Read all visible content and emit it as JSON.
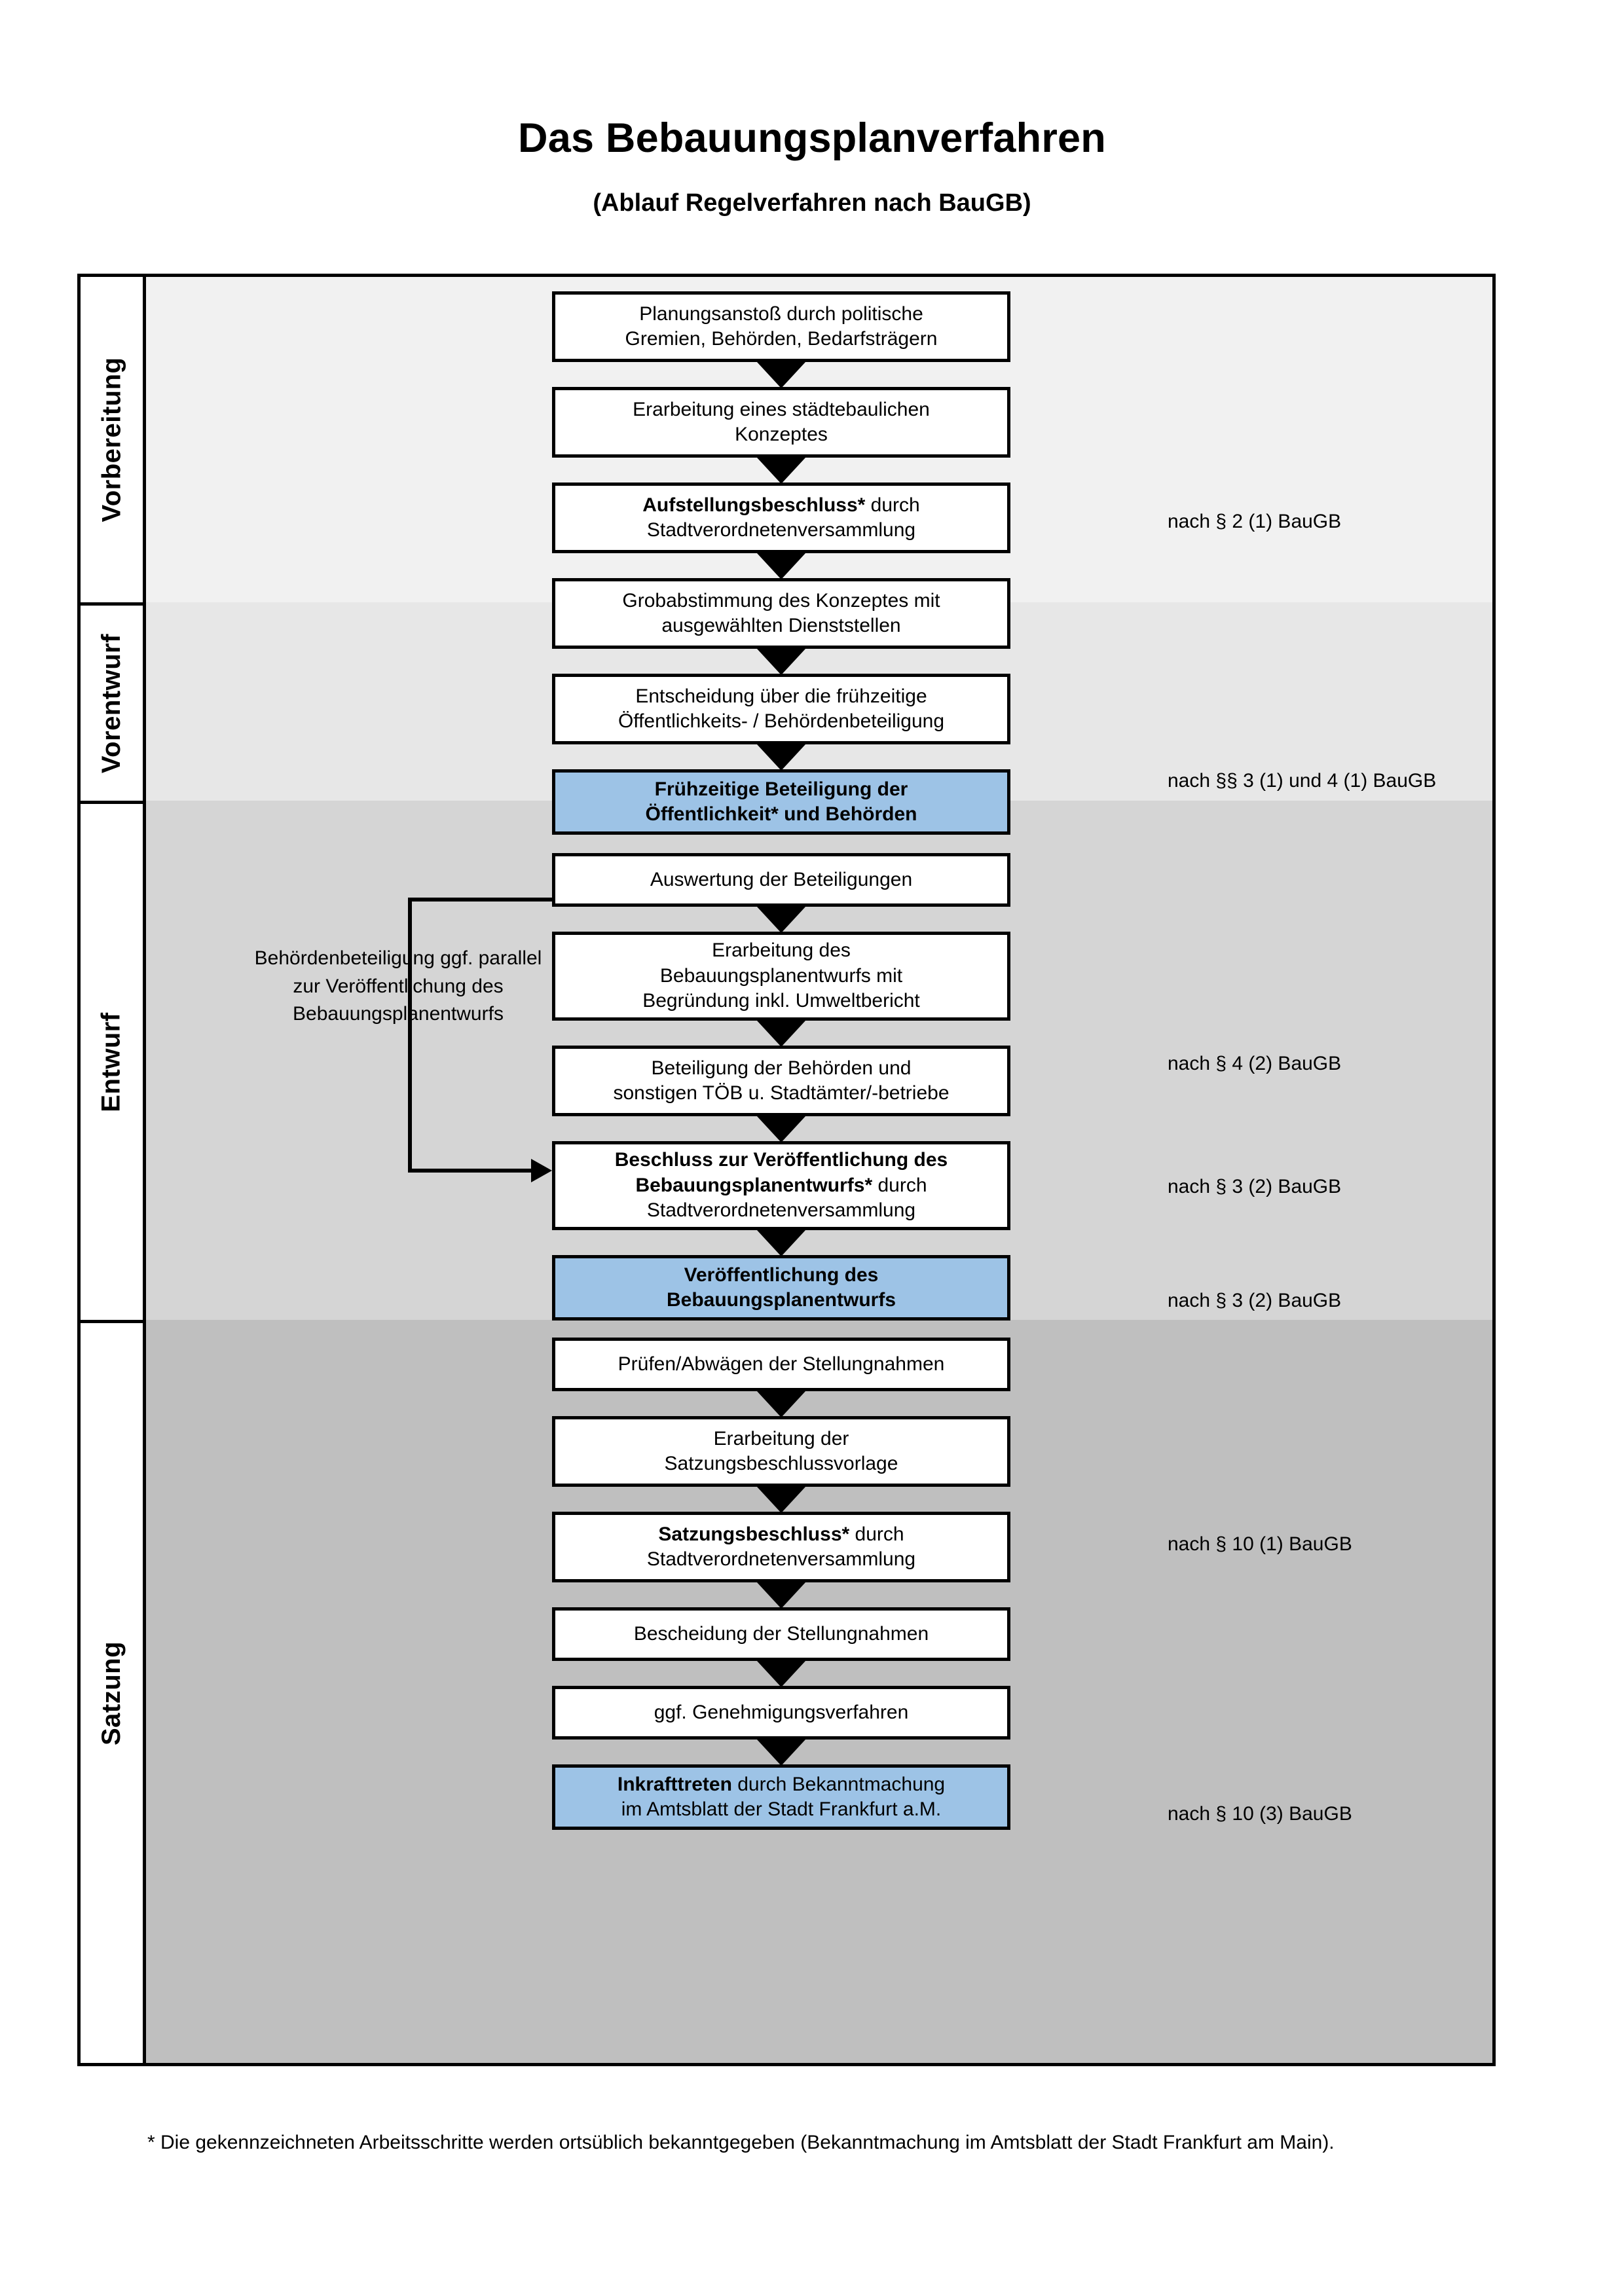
{
  "header": {
    "title": "Das Bebauungsplanverfahren",
    "subtitle": "(Ablauf Regelverfahren nach BauGB)"
  },
  "colors": {
    "highlight_box": "#9dc3e6",
    "band_vorbereitung": "#f1f1f1",
    "band_vorentwurf": "#e7e7e7",
    "band_entwurf": "#d5d5d5",
    "band_satzung": "#bfbfbf",
    "outline": "#000000"
  },
  "phases": [
    {
      "label": "Vorbereitung"
    },
    {
      "label": "Vorentwurf"
    },
    {
      "label": "Entwurf"
    },
    {
      "label": "Satzung"
    }
  ],
  "steps": [
    {
      "id": "planungsanstoss",
      "bold": "",
      "lines": [
        "Planungsanstoß durch politische",
        "Gremien, Behörden, Bedarfsträgern"
      ],
      "highlight": false
    },
    {
      "id": "staedtebauliches-konzept",
      "bold": "",
      "lines": [
        "Erarbeitung eines städtebaulichen",
        "Konzeptes"
      ],
      "highlight": false
    },
    {
      "id": "aufstellungsbeschluss",
      "bold": "Aufstellungsbeschluss*",
      "lines": [
        "Aufstellungsbeschluss* durch",
        "Stadtverordnetenversammlung"
      ],
      "highlight": false
    },
    {
      "id": "grobabstimmung",
      "bold": "",
      "lines": [
        "Grobabstimmung des Konzeptes mit",
        "ausgewählten Dienststellen"
      ],
      "highlight": false
    },
    {
      "id": "entscheidung-fruehzeitige-beteiligung",
      "bold": "",
      "lines": [
        "Entscheidung über die frühzeitige",
        "Öffentlichkeits- / Behördenbeteiligung"
      ],
      "highlight": false
    },
    {
      "id": "fruehzeitige-beteiligung",
      "bold": "all",
      "lines": [
        "Frühzeitige Beteiligung der",
        "Öffentlichkeit* und Behörden"
      ],
      "highlight": true
    },
    {
      "id": "auswertung-beteiligungen",
      "bold": "",
      "lines": [
        "Auswertung der Beteiligungen"
      ],
      "highlight": false
    },
    {
      "id": "erarbeitung-bebauungsplanentwurf",
      "bold": "",
      "lines": [
        "Erarbeitung des",
        "Bebauungsplanentwurfs mit",
        "Begründung inkl. Umweltbericht"
      ],
      "highlight": false
    },
    {
      "id": "beteiligung-behoerden-toeb",
      "bold": "",
      "lines": [
        "Beteiligung der Behörden und",
        "sonstigen TÖB u. Stadtämter/-betriebe"
      ],
      "highlight": false
    },
    {
      "id": "beschluss-veroeffentlichung",
      "bold": "Beschluss zur Veröffentlichung des Bebauungsplanentwurfs*",
      "lines": [
        "Beschluss zur Veröffentlichung des",
        "Bebauungsplanentwurfs* durch",
        "Stadtverordnetenversammlung"
      ],
      "highlight": false
    },
    {
      "id": "veroeffentlichung-entwurf",
      "bold": "all",
      "lines": [
        "Veröffentlichung des",
        "Bebauungsplanentwurfs"
      ],
      "highlight": true
    },
    {
      "id": "pruefen-abwaegen",
      "bold": "",
      "lines": [
        "Prüfen/Abwägen der Stellungnahmen"
      ],
      "highlight": false
    },
    {
      "id": "erarbeitung-satzungsbeschlussvorlage",
      "bold": "",
      "lines": [
        "Erarbeitung der",
        "Satzungsbeschlussvorlage"
      ],
      "highlight": false
    },
    {
      "id": "satzungsbeschluss",
      "bold": "Satzungsbeschluss*",
      "lines": [
        "Satzungsbeschluss* durch",
        "Stadtverordnetenversammlung"
      ],
      "highlight": false
    },
    {
      "id": "bescheidung-stellungnahmen",
      "bold": "",
      "lines": [
        "Bescheidung der Stellungnahmen"
      ],
      "highlight": false
    },
    {
      "id": "genehmigungsverfahren",
      "bold": "",
      "lines": [
        "ggf. Genehmigungsverfahren"
      ],
      "highlight": false
    },
    {
      "id": "inkrafttreten",
      "bold": "Inkrafttreten",
      "lines": [
        "Inkrafttreten durch Bekanntmachung",
        "im Amtsblatt der Stadt Frankfurt a.M."
      ],
      "highlight": true
    }
  ],
  "sidenote": {
    "lines": [
      "Behördenbeteiligung",
      "ggf. parallel zur",
      "Veröffentlichung des",
      "Bebauungsplanentwurfs"
    ]
  },
  "legal_refs": [
    {
      "id": "ref-par2-1",
      "text": "nach § 2 (1) BauGB"
    },
    {
      "id": "ref-par3-4-1",
      "text": "nach §§ 3 (1) und 4 (1) BauGB"
    },
    {
      "id": "ref-par4-2",
      "text": "nach § 4 (2) BauGB"
    },
    {
      "id": "ref-par3-2a",
      "text": "nach § 3 (2) BauGB"
    },
    {
      "id": "ref-par3-2b",
      "text": "nach § 3 (2) BauGB"
    },
    {
      "id": "ref-par10-1",
      "text": "nach § 10 (1) BauGB"
    },
    {
      "id": "ref-par10-3",
      "text": "nach § 10 (3) BauGB"
    }
  ],
  "footnote": {
    "text": "* Die gekennzeichneten Arbeitsschritte werden ortsüblich bekanntgegeben (Bekanntmachung im Amtsblatt  der Stadt Frankfurt am Main)."
  }
}
